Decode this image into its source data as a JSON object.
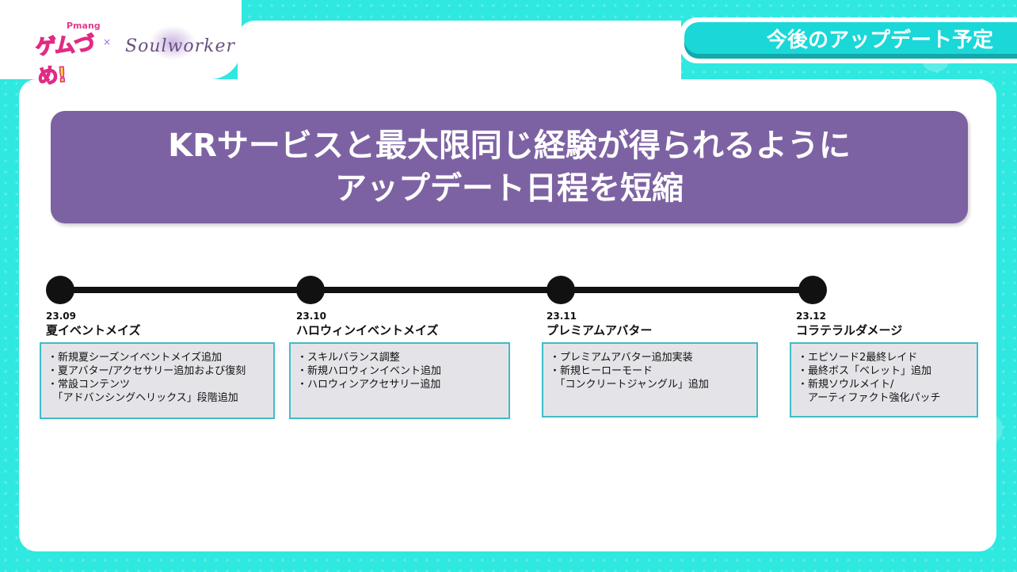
{
  "logos": {
    "gamezome_small": "Pmang",
    "gamezome_text": "ゲムづめ!",
    "gamezome_x": "×",
    "soulworker_text": "Soulworker"
  },
  "title_tab": "今後のアップデート予定",
  "headline": {
    "line1": "KRサービスと最大限同じ経験が得られるように",
    "line2": "アップデート日程を短縮"
  },
  "timeline": [
    {
      "date": "23.09",
      "event": "夏イベントメイズ",
      "items": [
        "・新規夏シーズンイベントメイズ追加",
        "・夏アバター/アクセサリー追加および復刻",
        "・常設コンテンツ",
        "　「アドバンシングヘリックス」段階追加"
      ]
    },
    {
      "date": "23.10",
      "event": "ハロウィンイベントメイズ",
      "items": [
        "・スキルバランス調整",
        "・新規ハロウィンイベント追加",
        "・ハロウィンアクセサリー追加"
      ]
    },
    {
      "date": "23.11",
      "event": "プレミアムアバター",
      "items": [
        "・プレミアムアバター追加実装",
        "・新規ヒーローモード",
        "　「コンクリートジャングル」追加"
      ]
    },
    {
      "date": "23.12",
      "event": "コラテラルダメージ",
      "items": [
        "・エピソード2最終レイド",
        "・最終ボス「ベレット」追加",
        "・新規ソウルメイト/",
        "　アーティファクト強化パッチ"
      ]
    }
  ]
}
